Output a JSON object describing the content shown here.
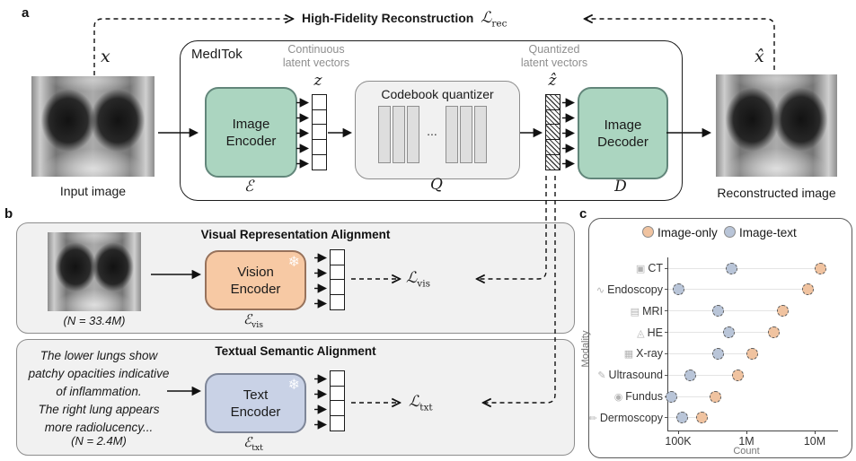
{
  "panel_labels": {
    "a": "a",
    "b": "b",
    "c": "c"
  },
  "top": {
    "title": "High-Fidelity Reconstruction",
    "loss": {
      "sym": "ℒ",
      "sub": "rec"
    },
    "input_var": "x",
    "output_var": "x̂",
    "input_caption": "Input image",
    "output_caption": "Reconstructed image",
    "tokenizer_name": "MedITok",
    "continuous_label": [
      "Continuous",
      "latent vectors"
    ],
    "quantized_label": [
      "Quantized",
      "latent vectors"
    ],
    "z_var": "z",
    "zhat_var": "ẑ",
    "encoder_lines": [
      "Image",
      "Encoder"
    ],
    "encoder_sym": "ℰ",
    "quantizer_label": "Codebook quantizer",
    "quantizer_dots": "...",
    "quantizer_sym": "Q",
    "decoder_lines": [
      "Image",
      "Decoder"
    ],
    "decoder_sym": "D"
  },
  "visual_alignment": {
    "title": "Visual Representation Alignment",
    "n_label": "(N = 33.4M)",
    "encoder_lines": [
      "Vision",
      "Encoder"
    ],
    "encoder_sym": "ℰ",
    "encoder_sym_sub": "vis",
    "loss": {
      "sym": "ℒ",
      "sub": "vis"
    },
    "frozen_icon": "❄"
  },
  "textual_alignment": {
    "title": "Textual Semantic Alignment",
    "text_lines": [
      "The lower lungs show",
      "patchy opacities indicative",
      "of  inflammation.",
      "The right lung appears",
      "more radiolucency..."
    ],
    "n_label": "(N = 2.4M)",
    "encoder_lines": [
      "Text",
      "Encoder"
    ],
    "encoder_sym": "ℰ",
    "encoder_sym_sub": "txt",
    "loss": {
      "sym": "ℒ",
      "sub": "txt"
    },
    "frozen_icon": "❄"
  },
  "chart_data": {
    "type": "scatter",
    "variant": "horizontal-dot-plot",
    "title": "",
    "xlabel": "Count",
    "ylabel": "Modality",
    "xscale": "log",
    "xlim": [
      65000,
      20000000
    ],
    "x_ticks": [
      "100K",
      "1M",
      "10M"
    ],
    "x_tick_values": [
      100000,
      1000000,
      10000000
    ],
    "grid": "per-row light horizontal lines",
    "legend_position": "top-center",
    "legend": [
      {
        "label": "Image-only",
        "color": "#f0c3a0"
      },
      {
        "label": "Image-text",
        "color": "#b9c5d8"
      }
    ],
    "categories": [
      "CT",
      "Endoscopy",
      "MRI",
      "HE",
      "X-ray",
      "Ultrasound",
      "Fundus",
      "Dermoscopy"
    ],
    "category_icons": [
      {
        "name": "ct-icon",
        "glyph": "▣"
      },
      {
        "name": "endoscopy-icon",
        "glyph": "∿"
      },
      {
        "name": "mri-icon",
        "glyph": "▤"
      },
      {
        "name": "he-icon",
        "glyph": "◬"
      },
      {
        "name": "xray-icon",
        "glyph": "▦"
      },
      {
        "name": "ultrasound-icon",
        "glyph": "✎"
      },
      {
        "name": "fundus-icon",
        "glyph": "◉"
      },
      {
        "name": "dermoscopy-icon",
        "glyph": "✏"
      }
    ],
    "series": [
      {
        "name": "Image-text",
        "color": "#b9c5d8",
        "values": [
          600000,
          100000,
          380000,
          550000,
          390000,
          150000,
          80000,
          115000
        ]
      },
      {
        "name": "Image-only",
        "color": "#f0c3a0",
        "values": [
          12000000,
          8000000,
          3400000,
          2500000,
          1200000,
          750000,
          350000,
          220000
        ]
      }
    ]
  }
}
